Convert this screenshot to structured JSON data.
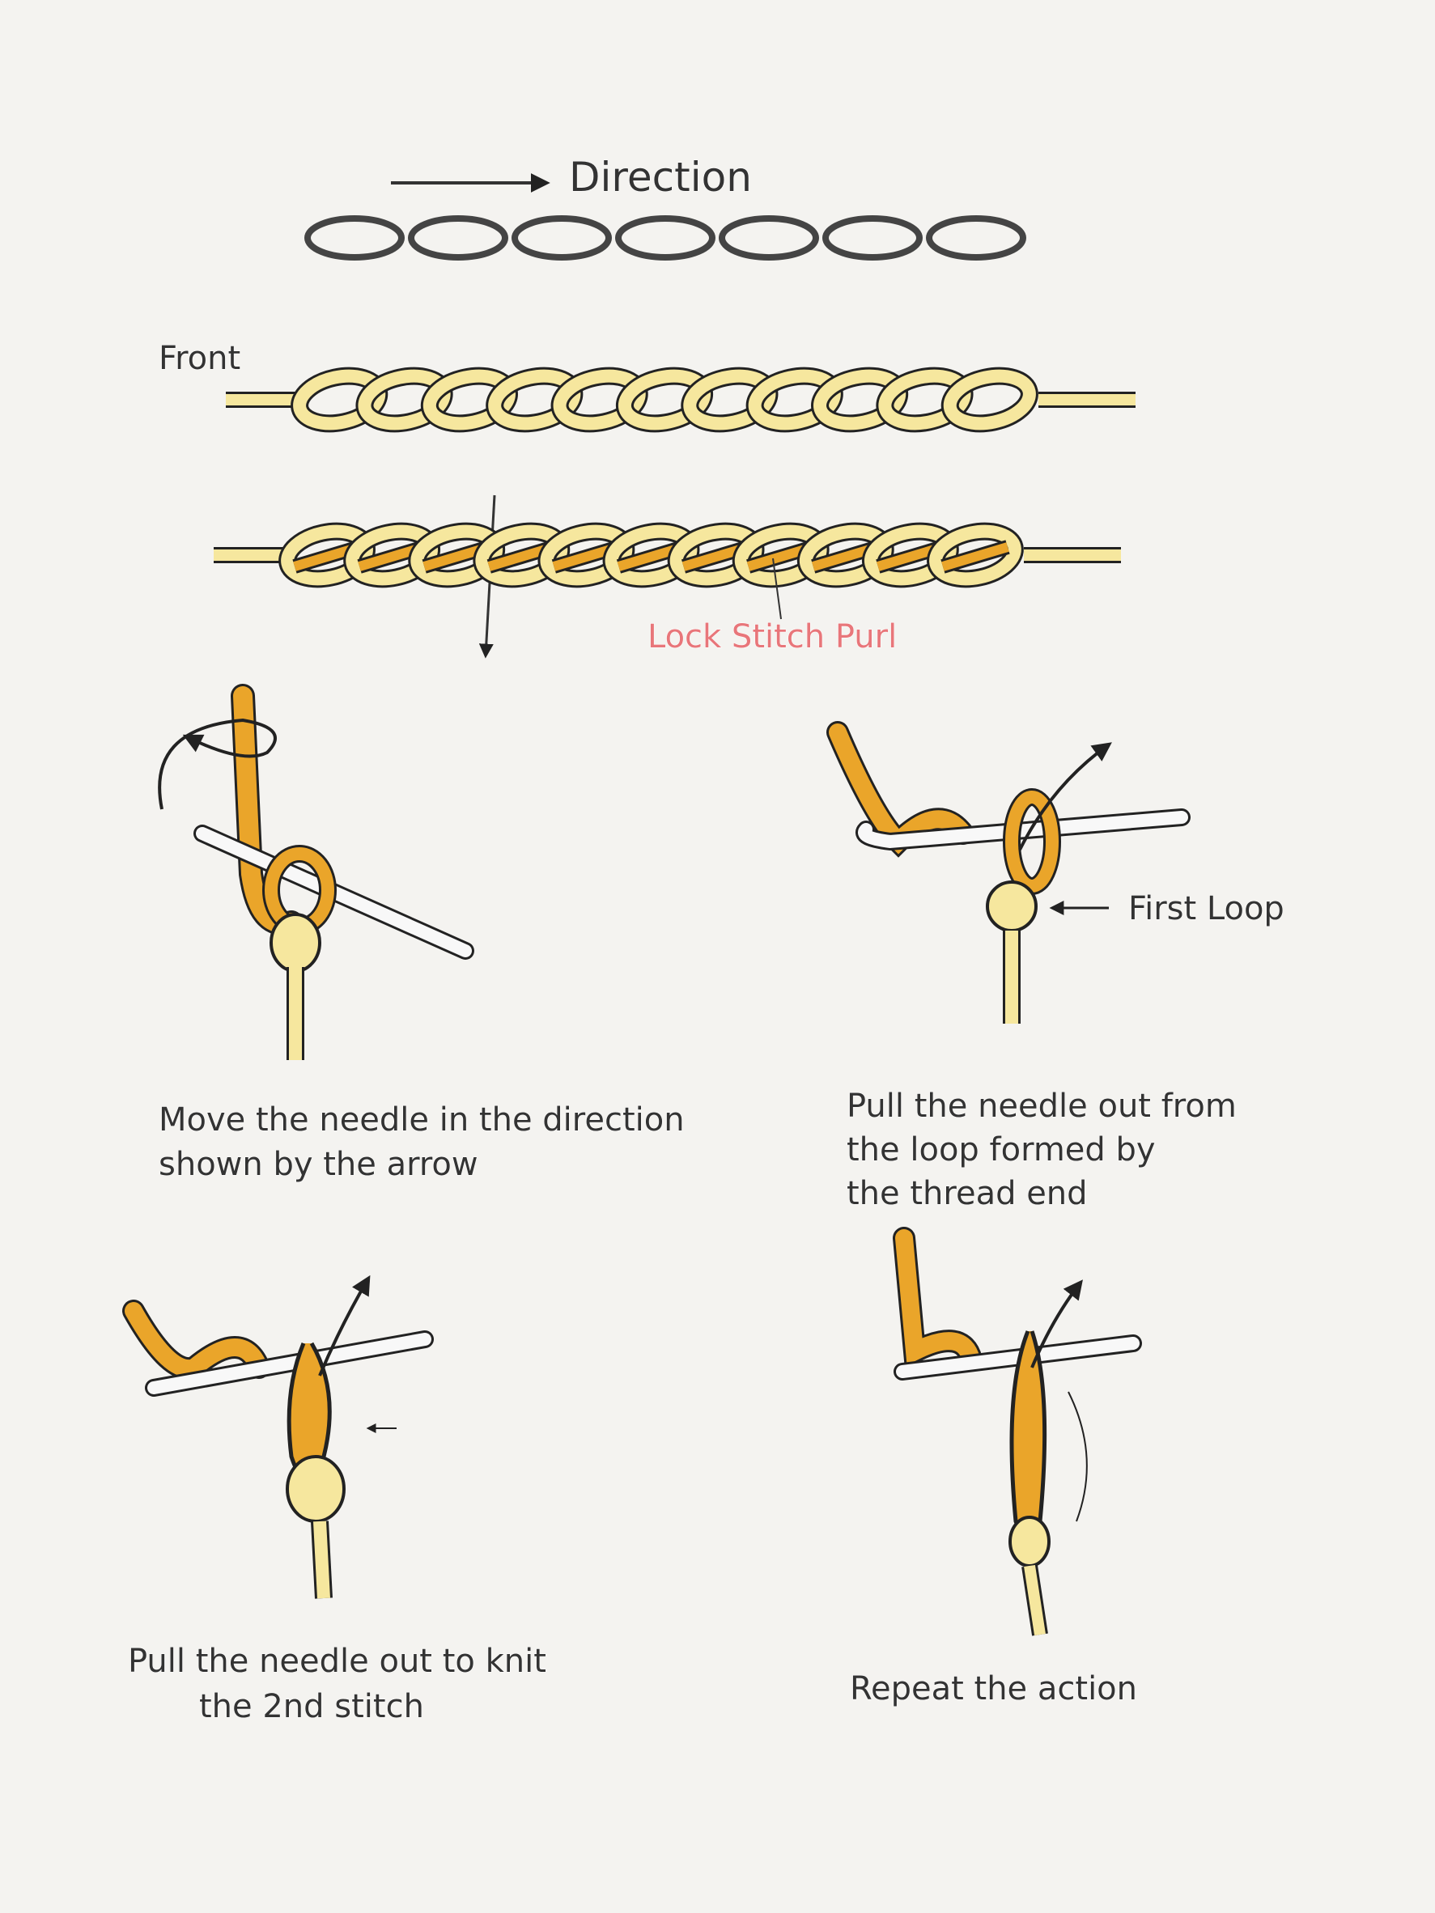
{
  "header": {
    "direction_label": "Direction"
  },
  "labels": {
    "front": "Front",
    "lock_stitch_purl": "Lock Stitch Purl",
    "first_loop": "First Loop"
  },
  "steps": [
    {
      "lines": [
        "Move the needle in the direction",
        "shown by the arrow"
      ]
    },
    {
      "lines": [
        "Pull the needle out from",
        "the loop formed by",
        "the thread end"
      ]
    },
    {
      "lines": [
        "Pull the needle out to knit",
        "the 2nd stitch"
      ]
    },
    {
      "lines": [
        "Repeat the action"
      ]
    }
  ],
  "colors": {
    "yarn_light": "#f6e79e",
    "yarn_orange": "#eaa52a",
    "outline": "#222222",
    "accent_pink": "#e8767a"
  },
  "diagram": {
    "oval_count": 7,
    "front_chain_loops": 11,
    "back_chain_loops": 11
  }
}
